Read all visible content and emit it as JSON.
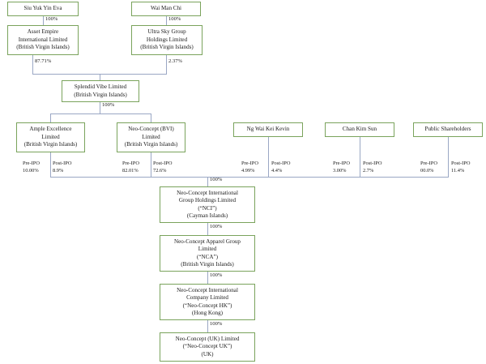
{
  "diagram": {
    "title": "Neo-Concept International Group Holdings corporate shareholding structure",
    "colors": {
      "box_border": "#7aa35c",
      "connector": "#9aa7c4",
      "text": "#1a1a1a",
      "background": "#ffffff"
    }
  },
  "boxes": {
    "siu_yuk_yin_eva": {
      "line1": "Siu Yuk Yin Eva"
    },
    "wai_man_chi": {
      "line1": "Wai Man Chi"
    },
    "asset_empire": {
      "line1": "Asset Empire",
      "line2": "International Limited",
      "line3": "(British Virgin Islands)"
    },
    "ultra_sky": {
      "line1": "Ultra Sky Group",
      "line2": "Holdings Limited",
      "line3": "(British Virgin Islands)"
    },
    "splendid_vibe": {
      "line1": "Splendid Vibe Limited",
      "line2": "(British Virgin Islands)"
    },
    "ample_excellence": {
      "line1": "Ample Excellence",
      "line2": "Limited",
      "line3": "(British Virgin Islands)"
    },
    "neo_concept_bvi": {
      "line1": "Neo-Concept (BVI)",
      "line2": "Limited",
      "line3": "(British Virgin Islands)"
    },
    "ng_wai_kei_kevin": {
      "line1": "Ng Wai Kei Kevin"
    },
    "chan_kim_sun": {
      "line1": "Chan Kim Sun"
    },
    "public_shareholders": {
      "line1": "Public Shareholders"
    },
    "nci": {
      "line1": "Neo-Concept International",
      "line2": "Group Holdings Limited",
      "line3": "(“NCI”)",
      "line4": "(Cayman Islands)"
    },
    "nca": {
      "line1": "Neo-Concept Apparel Group",
      "line2": "Limited",
      "line3": "(“NCA”)",
      "line4": "(British Virgin Islands)"
    },
    "neo_concept_hk": {
      "line1": "Neo-Concept International",
      "line2": "Company Limited",
      "line3": "(“Neo-Concept HK”)",
      "line4": "(Hong Kong)"
    },
    "neo_concept_uk": {
      "line1": "Neo-Concept (UK) Limited",
      "line2": "(“Neo-Concept UK”)",
      "line3": "(UK)"
    }
  },
  "edges": {
    "eva_to_asset_empire": "100%",
    "wai_to_ultra_sky": "100%",
    "asset_empire_to_splendid": "87.71%",
    "ultra_sky_to_splendid": "2.37%",
    "splendid_to_subs": "100%",
    "to_nci": "100%",
    "nci_to_nca": "100%",
    "nca_to_hk": "100%",
    "hk_to_uk": "100%"
  },
  "ipo_stats": {
    "labels": {
      "pre": "Pre-IPO",
      "post": "Post-IPO"
    },
    "ample_excellence": {
      "pre": "10.00%",
      "post": "8.9%"
    },
    "neo_concept_bvi": {
      "pre": "82.01%",
      "post": "72.6%"
    },
    "ng_wai_kei_kevin": {
      "pre": "4.99%",
      "post": "4.4%"
    },
    "chan_kim_sun": {
      "pre": "3.00%",
      "post": "2.7%"
    },
    "public_shareholders": {
      "pre": "00.0%",
      "post": "11.4%"
    }
  }
}
